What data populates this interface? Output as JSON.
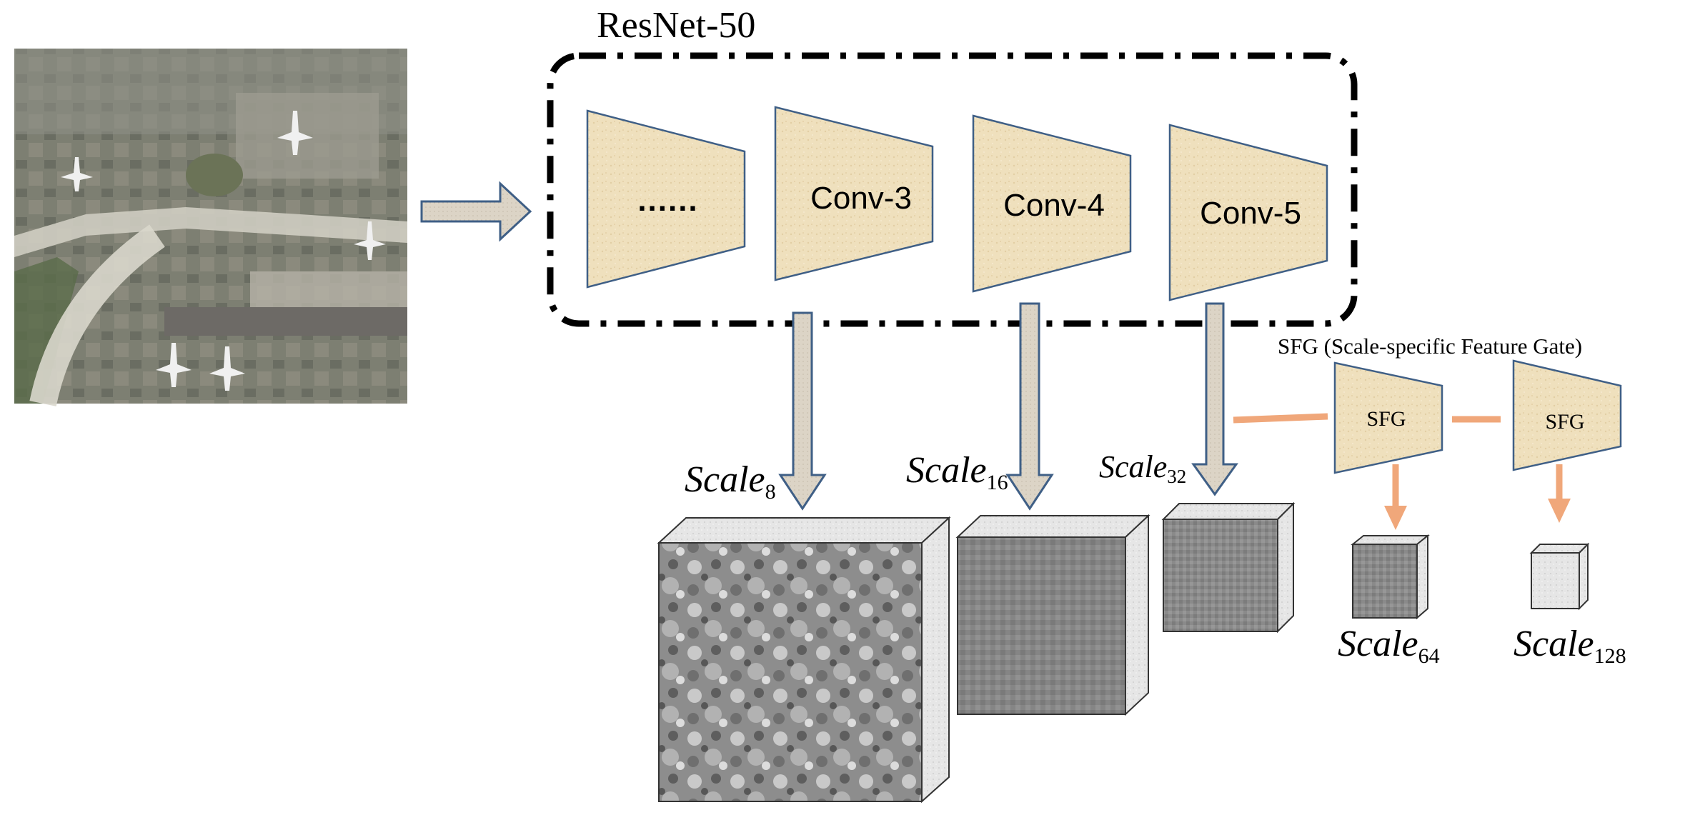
{
  "backbone": {
    "title": "ResNet-50",
    "blocks": [
      {
        "label": "......"
      },
      {
        "label": "Conv-3"
      },
      {
        "label": "Conv-4"
      },
      {
        "label": "Conv-5"
      }
    ]
  },
  "sfg": {
    "title": "SFG (Scale-specific Feature Gate)",
    "blocks": [
      {
        "label": "SFG"
      },
      {
        "label": "SFG"
      }
    ]
  },
  "scales": [
    {
      "base": "Scale",
      "sub": "8"
    },
    {
      "base": "Scale",
      "sub": "16"
    },
    {
      "base": "Scale",
      "sub": "32"
    },
    {
      "base": "Scale",
      "sub": "64"
    },
    {
      "base": "Scale",
      "sub": "128"
    }
  ],
  "colors": {
    "block_fill": "#efe0bd",
    "block_stroke": "#3f5f86",
    "arrow_fill": "#d8d0c2",
    "orange": "#f0a77a",
    "frame": "#000000"
  }
}
